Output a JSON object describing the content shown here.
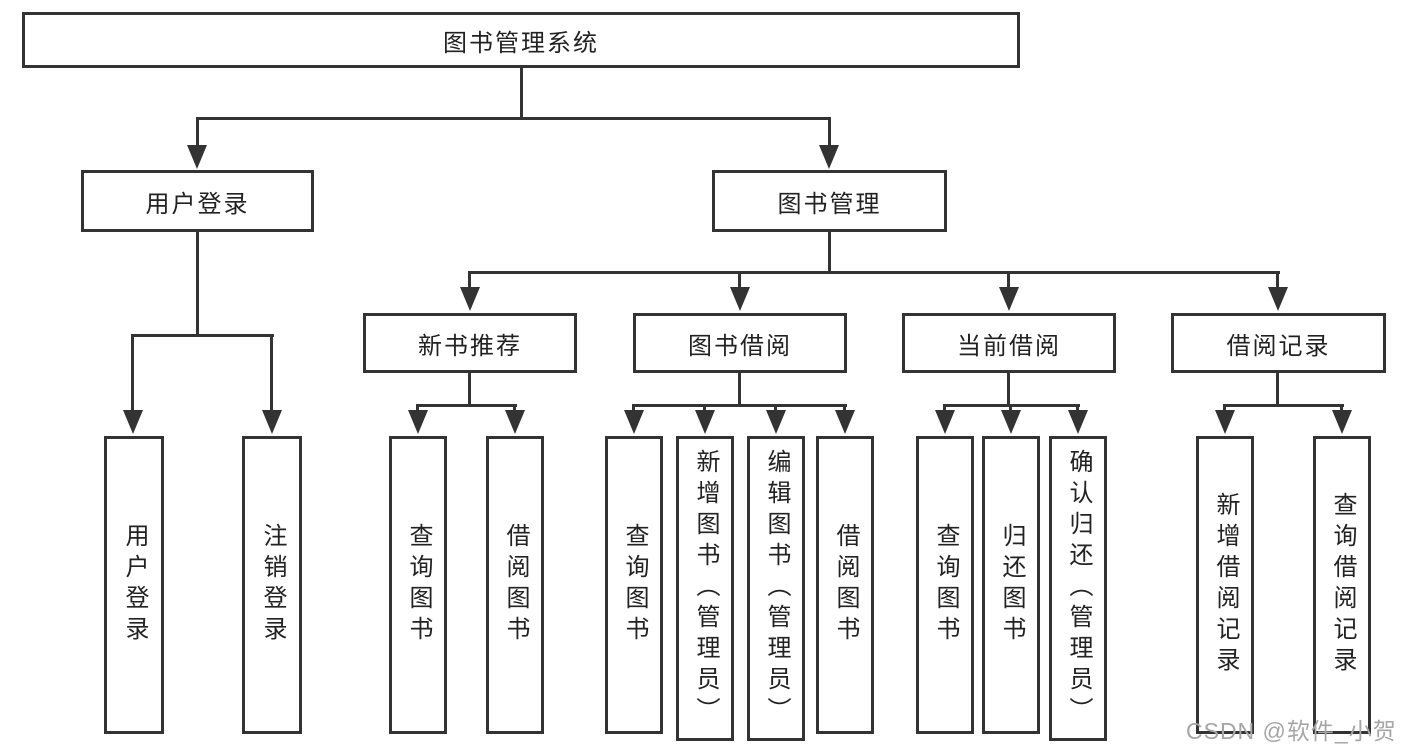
{
  "diagram_title": "图书管理系统",
  "tree": {
    "root": "图书管理系统",
    "branches": [
      {
        "label": "用户登录",
        "children": [
          {
            "label": "用户登录"
          },
          {
            "label": "注销登录"
          }
        ]
      },
      {
        "label": "图书管理",
        "groups": [
          {
            "label": "新书推荐",
            "children": [
              {
                "label": "查询图书"
              },
              {
                "label": "借阅图书"
              }
            ]
          },
          {
            "label": "图书借阅",
            "children": [
              {
                "label": "查询图书"
              },
              {
                "label": "新增图书（管理员）"
              },
              {
                "label": "编辑图书（管理员）"
              },
              {
                "label": "借阅图书"
              }
            ]
          },
          {
            "label": "当前借阅",
            "children": [
              {
                "label": "查询图书"
              },
              {
                "label": "归还图书"
              },
              {
                "label": "确认归还（管理员）"
              }
            ]
          },
          {
            "label": "借阅记录",
            "children": [
              {
                "label": "新增借阅记录"
              },
              {
                "label": "查询借阅记录"
              }
            ]
          }
        ]
      }
    ]
  },
  "watermark": {
    "text": "CSDN @软件_小贺同学"
  },
  "colors": {
    "line": "#333333",
    "text": "#222222",
    "background": "#ffffff",
    "watermark": "#a6a6a6"
  }
}
